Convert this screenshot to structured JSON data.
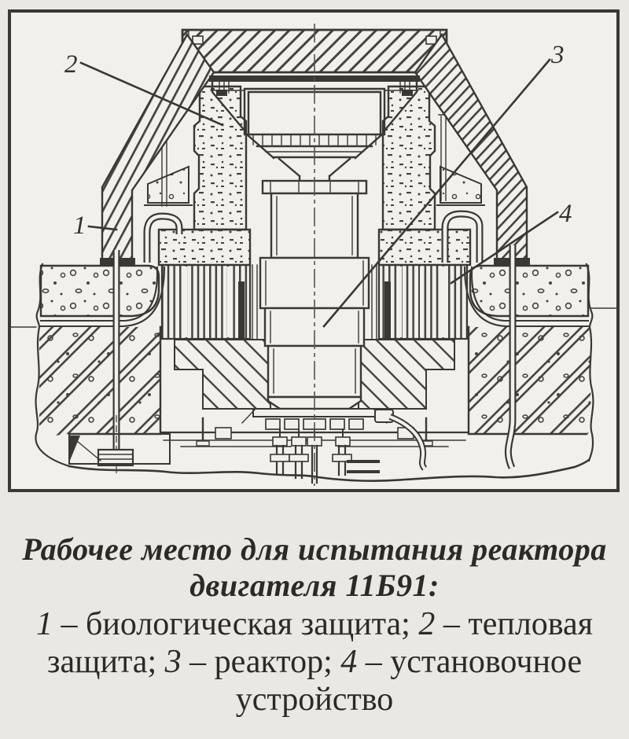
{
  "figure": {
    "callouts": [
      {
        "num": "1"
      },
      {
        "num": "2"
      },
      {
        "num": "3"
      },
      {
        "num": "4"
      }
    ]
  },
  "caption": {
    "title_lines": [
      "Рабочее место для испытания реактора",
      "двигателя 11Б91:"
    ],
    "legend_lines": [
      [
        {
          "text": "1 ",
          "italic": true
        },
        {
          "text": "– биологическая защита; ",
          "italic": false
        },
        {
          "text": "2 ",
          "italic": true
        },
        {
          "text": "– тепловая",
          "italic": false
        }
      ],
      [
        {
          "text": "защита; ",
          "italic": false
        },
        {
          "text": "3 ",
          "italic": true
        },
        {
          "text": "– реактор; ",
          "italic": false
        },
        {
          "text": "4 ",
          "italic": true
        },
        {
          "text": "– установочное",
          "italic": false
        }
      ],
      [
        {
          "text": "устройство",
          "italic": false
        }
      ]
    ]
  },
  "colors": {
    "paper": "#eae8e4",
    "paper_light": "#f2f0ec",
    "ink": "#3a3834",
    "text": "#2b2a27"
  }
}
